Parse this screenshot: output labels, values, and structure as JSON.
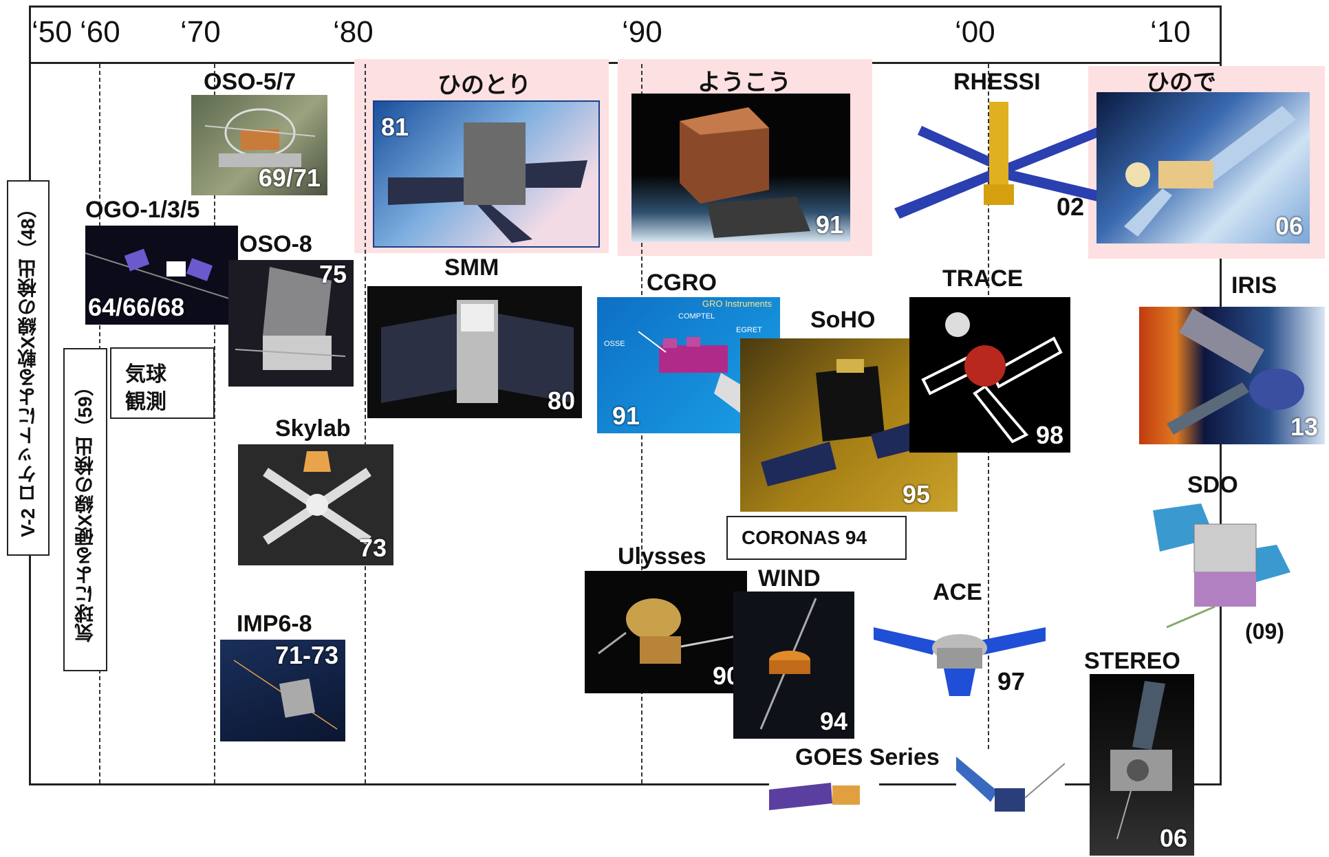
{
  "timeline": {
    "years": [
      "‘50",
      "‘60",
      "‘70",
      "‘80",
      "‘90",
      "‘00",
      "‘10"
    ]
  },
  "side_boxes": {
    "v2": "V-2 ロケットによる軟X線の検出（48）",
    "balloon_hard": "気球による硬X線の検出（59）",
    "balloon_obs_line1": "気球",
    "balloon_obs_line2": "観測"
  },
  "satellites": {
    "oso57": {
      "name": "OSO-5/7",
      "year": "69/71"
    },
    "ogo": {
      "name": "OGO-1/3/5",
      "year": "64/66/68"
    },
    "oso8": {
      "name": "OSO-8",
      "year": "75"
    },
    "skylab": {
      "name": "Skylab",
      "year": "73"
    },
    "imp": {
      "name": "IMP6-8",
      "year": "71-73"
    },
    "hinotori": {
      "name": "ひのとり",
      "year": "81"
    },
    "smm": {
      "name": "SMM",
      "year": "80"
    },
    "yohkoh": {
      "name": "ようこう",
      "year": "91"
    },
    "cgro": {
      "name": "CGRO",
      "year": "91",
      "labels": {
        "title": "GRO Instruments",
        "comptel": "COMPTEL",
        "egret": "EGRET",
        "osse": "OSSE"
      }
    },
    "soho": {
      "name": "SoHO",
      "year": "95"
    },
    "coronas": {
      "name": "CORONAS 94"
    },
    "ulysses": {
      "name": "Ulysses",
      "year": "90"
    },
    "wind": {
      "name": "WIND",
      "year": "94"
    },
    "rhessi": {
      "name": "RHESSI",
      "year": "02"
    },
    "trace": {
      "name": "TRACE",
      "year": "98"
    },
    "ace": {
      "name": "ACE",
      "year": "97"
    },
    "goes": {
      "name": "GOES Series"
    },
    "hinode": {
      "name": "ひので",
      "year": "06"
    },
    "iris": {
      "name": "IRIS",
      "year": "13"
    },
    "sdo": {
      "name": "SDO",
      "year": "(09)"
    },
    "stereo": {
      "name": "STEREO",
      "year": "06"
    }
  }
}
